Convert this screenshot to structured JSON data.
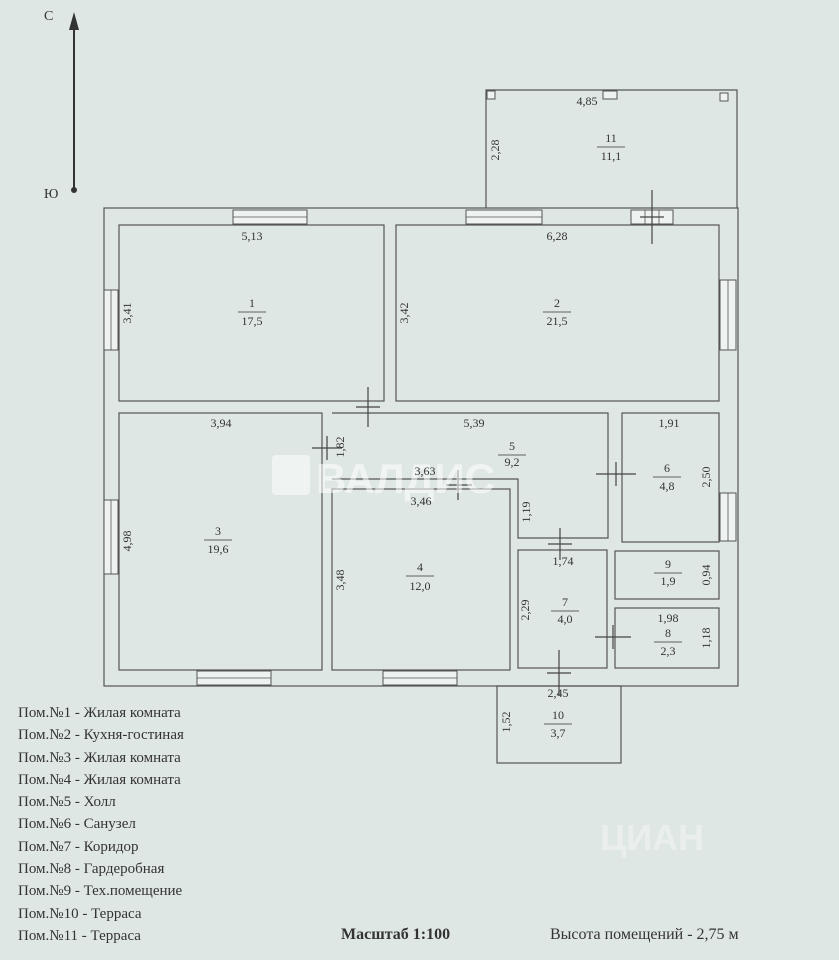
{
  "compass": {
    "north": "С",
    "south": "Ю"
  },
  "rooms": [
    {
      "num": "1",
      "area": "17,5"
    },
    {
      "num": "2",
      "area": "21,5"
    },
    {
      "num": "3",
      "area": "19,6"
    },
    {
      "num": "4",
      "area": "12,0"
    },
    {
      "num": "5",
      "area": "9,2"
    },
    {
      "num": "6",
      "area": "4,8"
    },
    {
      "num": "7",
      "area": "4,0"
    },
    {
      "num": "8",
      "area": "2,3"
    },
    {
      "num": "9",
      "area": "1,9"
    },
    {
      "num": "10",
      "area": "3,7"
    },
    {
      "num": "11",
      "area": "11,1"
    }
  ],
  "dimensions": {
    "r11_width": "4,85",
    "r11_height": "2,28",
    "r1_width": "5,13",
    "r1_height": "3,41",
    "r2_width": "6,28",
    "r2_height": "3,42",
    "r3_width": "3,94",
    "r3_height": "4,98",
    "r5_width": "5,39",
    "r5_a": "1,82",
    "r5_b": "3,63",
    "r5_c": "1,19",
    "r4_width": "3,46",
    "r4_height": "3,48",
    "r6_width": "1,91",
    "r6_height": "2,50",
    "r7_width": "1,74",
    "r7_height": "2,29",
    "r9_height": "0,94",
    "r8_width": "1,98",
    "r8_height": "1,18",
    "r10_width": "2,45",
    "r10_height": "1,52"
  },
  "legend": [
    "Пом.№1 - Жилая комната",
    "Пом.№2 - Кухня-гостиная",
    "Пом.№3 - Жилая комната",
    "Пом.№4 - Жилая комната",
    "Пом.№5 - Холл",
    "Пом.№6 - Санузел",
    "Пом.№7 - Коридор",
    "Пом.№8 - Гардеробная",
    "Пом.№9 - Тех.помещение",
    "Пом.№10 - Терраса",
    "Пом.№11 - Терраса"
  ],
  "scale": "Масштаб 1:100",
  "ceiling_height": "Высота помещений - 2,75 м",
  "watermarks": {
    "brand1": "ВАЛДИС",
    "brand2": "ЦИАН"
  }
}
